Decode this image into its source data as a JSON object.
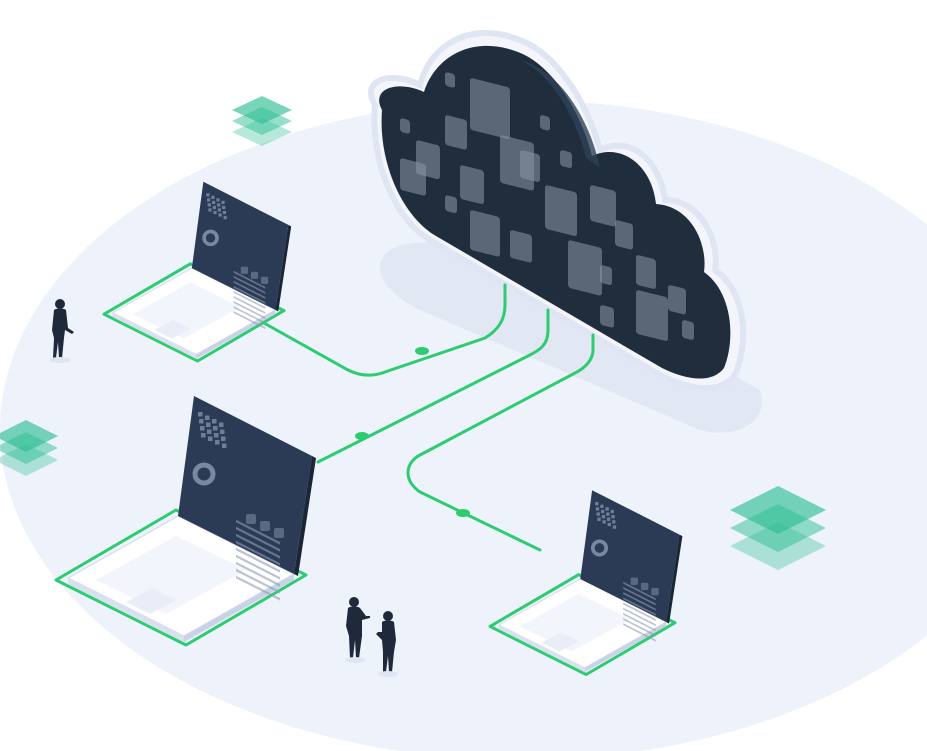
{
  "scene": {
    "description_free": true
  },
  "palette": {
    "background": "#ffffff",
    "floor": "#eef2fb",
    "floor_shadow": "#e4e9f6",
    "cloud_dark": "#1f2d3d",
    "cloud_mid": "#2a3a4d",
    "cloud_outline": "#e9edf7",
    "tile": "#8d97a6",
    "connector_green": "#2ecc71",
    "laptop_screen": "#2b3a55",
    "laptop_base": "#ffffff",
    "laptop_shadow": "#d9e0ef",
    "stack_green": "#2fbf94",
    "person": "#1e2a3b"
  },
  "elements": {
    "cloud": "cloud-icon",
    "laptops": [
      "laptop-top-left",
      "laptop-bottom-left",
      "laptop-bottom-right"
    ],
    "stacks": [
      "layer-stack-top",
      "layer-stack-left",
      "layer-stack-right"
    ],
    "people": [
      "person-walking",
      "person-standing-a",
      "person-standing-b"
    ]
  }
}
